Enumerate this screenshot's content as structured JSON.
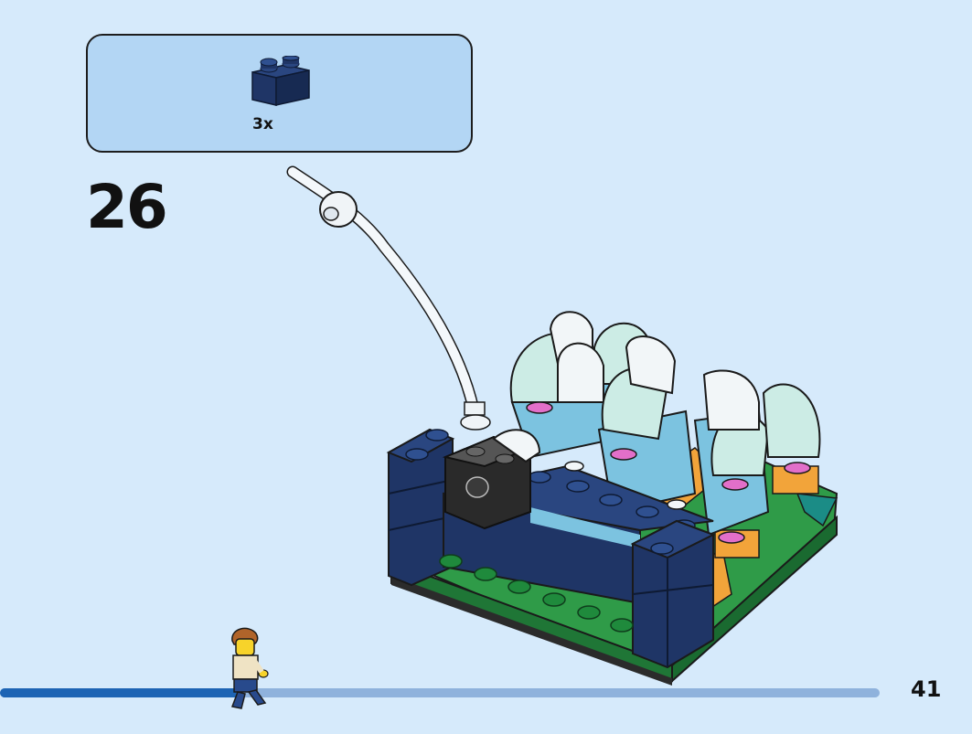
{
  "parts_callout": {
    "quantity": "3x",
    "part_icon": "dark-blue-1x2-brick-icon",
    "part_color": "#1f3566"
  },
  "step": {
    "number": "26"
  },
  "page": {
    "number": "41"
  },
  "progress": {
    "fraction": 0.27
  },
  "colors": {
    "background": "#d6eafb",
    "callout_background": "#b3d6f4",
    "progress_fill": "#1d64b4",
    "progress_track": "#8fb2dc"
  }
}
